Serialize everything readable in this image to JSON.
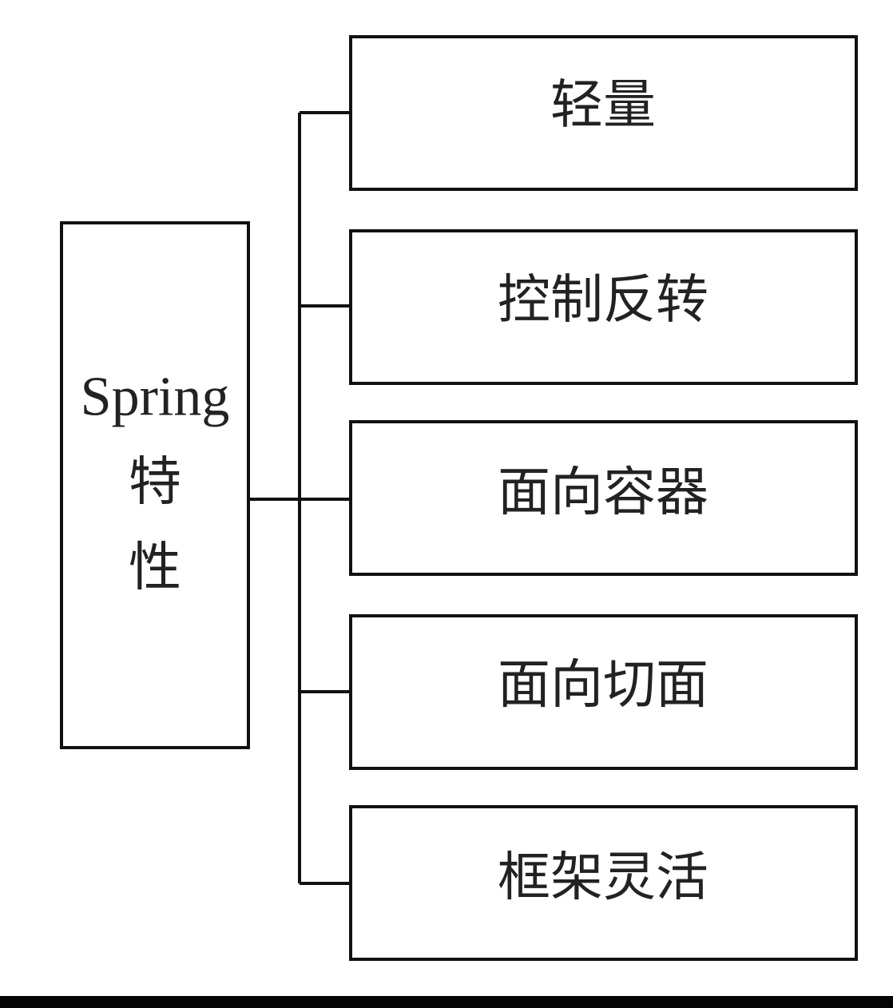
{
  "diagram": {
    "root": {
      "label_line1": "Spring",
      "label_line2": "特",
      "label_line3": "性"
    },
    "children": [
      {
        "label": "轻量"
      },
      {
        "label": "控制反转"
      },
      {
        "label": "面向容器"
      },
      {
        "label": "面向切面"
      },
      {
        "label": "框架灵活"
      }
    ]
  },
  "colors": {
    "line": "#111111",
    "text": "#222222",
    "background": "#ffffff",
    "bottom_band": "#050505"
  }
}
